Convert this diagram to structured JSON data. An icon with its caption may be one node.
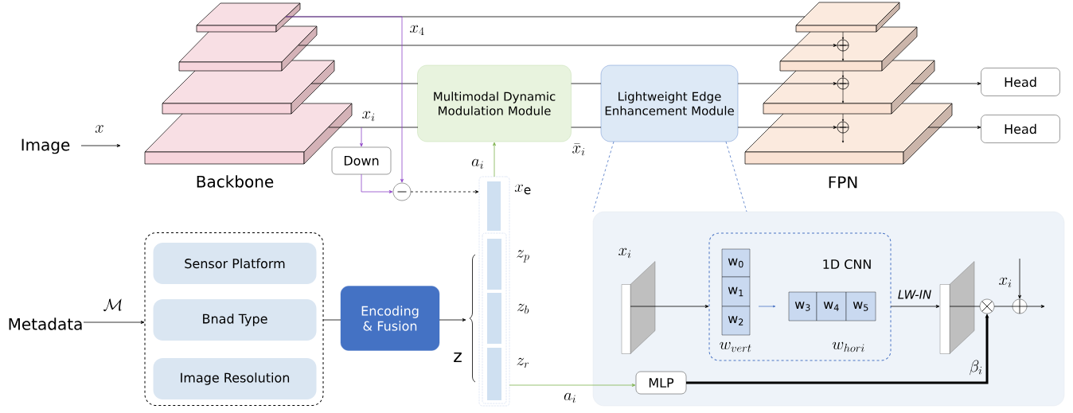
{
  "diagram": {
    "nodes": [
      {
        "text": [
          "Image"
        ]
      },
      {
        "text": [
          "Backbone"
        ]
      },
      {
        "text": [
          "Down"
        ]
      },
      {
        "text": [],
        "shape": "circle"
      },
      {
        "text": [
          "Multimodal Dynamic Modulation Module"
        ]
      },
      {
        "text": [
          "Lightweight Edge Enhancement Module"
        ]
      },
      {
        "text": [
          "FPN"
        ]
      },
      {
        "text": [
          "Head"
        ]
      },
      {
        "text": [
          "Head"
        ]
      },
      {
        "text": [
          "Metadata"
        ]
      },
      {
        "text": [],
        "shape": "box"
      },
      {
        "text": [
          "Sensor Platform"
        ],
        "in": 10
      },
      {
        "text": [
          "Bnad Type"
        ],
        "in": 10
      },
      {
        "text": [
          "Image Resolution"
        ],
        "in": 10
      },
      {
        "text": [
          "Encoding & Fusion"
        ]
      },
      {
        "text": [],
        "shape": "bar"
      },
      {
        "text": [],
        "shape": "box"
      },
      {
        "text": [],
        "shape": "box",
        "in": 16
      },
      {
        "text": [
          "1D CNN"
        ],
        "in": 16
      },
      {
        "text": [
          "w$_{0}$"
        ],
        "in": 18
      },
      {
        "text": [
          "w$_{1}$"
        ],
        "in": 18
      },
      {
        "text": [
          "w$_{2}$"
        ],
        "in": 18
      },
      {
        "text": [
          "w$_{3}$"
        ],
        "in": 18
      },
      {
        "text": [
          "w$_{4}$"
        ],
        "in": 18
      },
      {
        "text": [
          "w$_{5}$"
        ],
        "in": 18
      },
      {
        "text": [],
        "shape": "box",
        "in": 16
      },
      {
        "text": [],
        "shape": "circle",
        "in": 16
      },
      {
        "text": [],
        "shape": "circle",
        "in": 16
      },
      {
        "text": [
          "MLP"
        ],
        "in": 16
      }
    ],
    "edges": [
      {
        "from": 0,
        "to": 1,
        "arrow": "to",
        "label": "x"
      },
      {
        "from": 1,
        "to": 6,
        "arrow": "none"
      },
      {
        "from": 1,
        "to": 6,
        "arrow": "to"
      },
      {
        "from": 1,
        "to": 4,
        "arrow": "none"
      },
      {
        "from": 1,
        "to": 4,
        "arrow": "none"
      },
      {
        "from": 4,
        "to": 5,
        "arrow": "none"
      },
      {
        "from": 4,
        "to": 5,
        "arrow": "none",
        "label": "\\bar{x}_i"
      },
      {
        "from": 5,
        "to": 6,
        "arrow": "to"
      },
      {
        "from": 5,
        "to": 6,
        "arrow": "to"
      },
      {
        "from": 6,
        "to": 7,
        "arrow": "to"
      },
      {
        "from": 6,
        "to": 8,
        "arrow": "to"
      },
      {
        "from": 1,
        "to": 2,
        "arrow": "to",
        "label": "x_i",
        "color": "#8e44c8"
      },
      {
        "from": 2,
        "to": 3,
        "arrow": "to",
        "color": "#8e44c8"
      },
      {
        "from": 1,
        "to": 3,
        "arrow": "to",
        "label": "x_4",
        "color": "#8e44c8"
      },
      {
        "from": 3,
        "to": 15,
        "arrow": "to",
        "style": "dashed"
      },
      {
        "from": 15,
        "to": 4,
        "arrow": "to",
        "label": "a_i",
        "color": "#7fb34f"
      },
      {
        "from": 9,
        "to": 10,
        "arrow": "to",
        "label": "\\mathcal{M}"
      },
      {
        "from": 10,
        "to": 14,
        "arrow": "none"
      },
      {
        "from": 14,
        "to": 15,
        "arrow": "to"
      },
      {
        "from": 15,
        "to": 28,
        "arrow": "to",
        "label": "a_i",
        "color": "#7fb34f"
      },
      {
        "from": 5,
        "to": 16,
        "arrow": "none",
        "style": "dashed",
        "color": "#4a74c4"
      },
      {
        "from": 5,
        "to": 16,
        "arrow": "none",
        "style": "dashed",
        "color": "#4a74c4"
      },
      {
        "from": 17,
        "to": 18,
        "arrow": "to"
      },
      {
        "from": 18,
        "to": 25,
        "arrow": "to",
        "label": "\\textit{LW-IN}"
      },
      {
        "from": 25,
        "to": 26,
        "arrow": "none"
      },
      {
        "from": 26,
        "to": 27,
        "arrow": "none"
      },
      {
        "from": 27,
        "to": null,
        "arrow": "to"
      },
      {
        "from": null,
        "to": 27,
        "arrow": "to",
        "label": "x_i"
      },
      {
        "from": 28,
        "to": 26,
        "arrow": "to",
        "label": "\\beta_i",
        "style": "thick"
      }
    ],
    "labels": [
      "x_{\\mathrm{e}}",
      "z_p",
      "z_b",
      "z_r",
      "\\mathrm{z}",
      "x_i",
      "w_{vert}",
      "w_{hori}"
    ]
  }
}
